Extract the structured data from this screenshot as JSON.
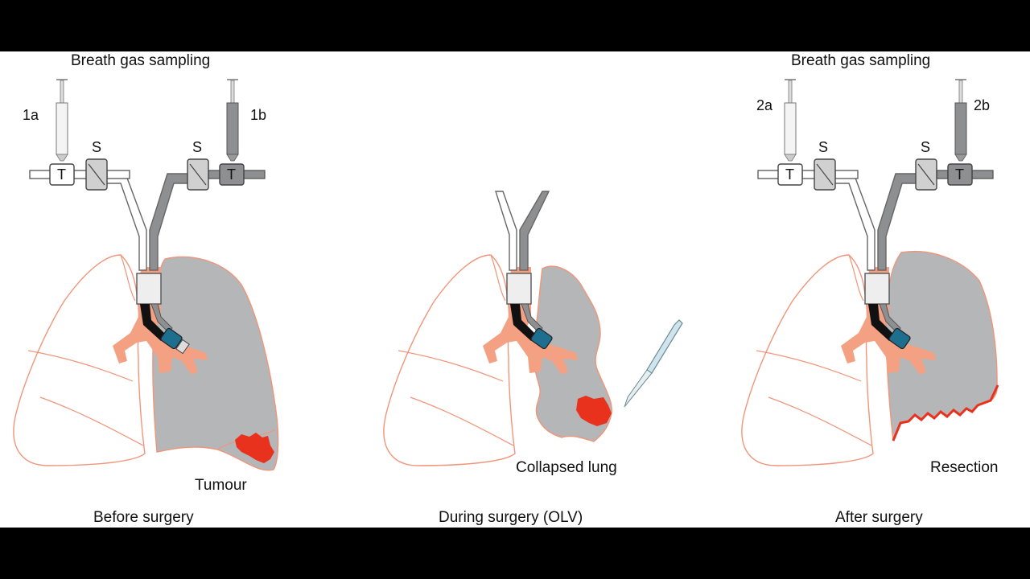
{
  "panels": [
    {
      "sampling_title": "Breath gas sampling",
      "syringe_left": "1a",
      "syringe_right": "1b",
      "valve_left": "T",
      "valve_right": "T",
      "filter_left": "S",
      "filter_right": "S",
      "annotation": "Tumour",
      "caption": "Before surgery"
    },
    {
      "annotation": "Collapsed lung",
      "caption": "During surgery (OLV)"
    },
    {
      "sampling_title": "Breath gas sampling",
      "syringe_left": "2a",
      "syringe_right": "2b",
      "valve_left": "T",
      "valve_right": "T",
      "filter_left": "S",
      "filter_right": "S",
      "annotation": "Resection",
      "caption": "After surgery"
    }
  ],
  "colors": {
    "lung_outline": "#f0957a",
    "collapsed_lung": "#b5b6b8",
    "airway": "#f4a183",
    "tumour": "#e8321e",
    "tube_dark": "#8e8f91",
    "tube_light": "#ffffff",
    "cuff": "#1e6f8f"
  }
}
